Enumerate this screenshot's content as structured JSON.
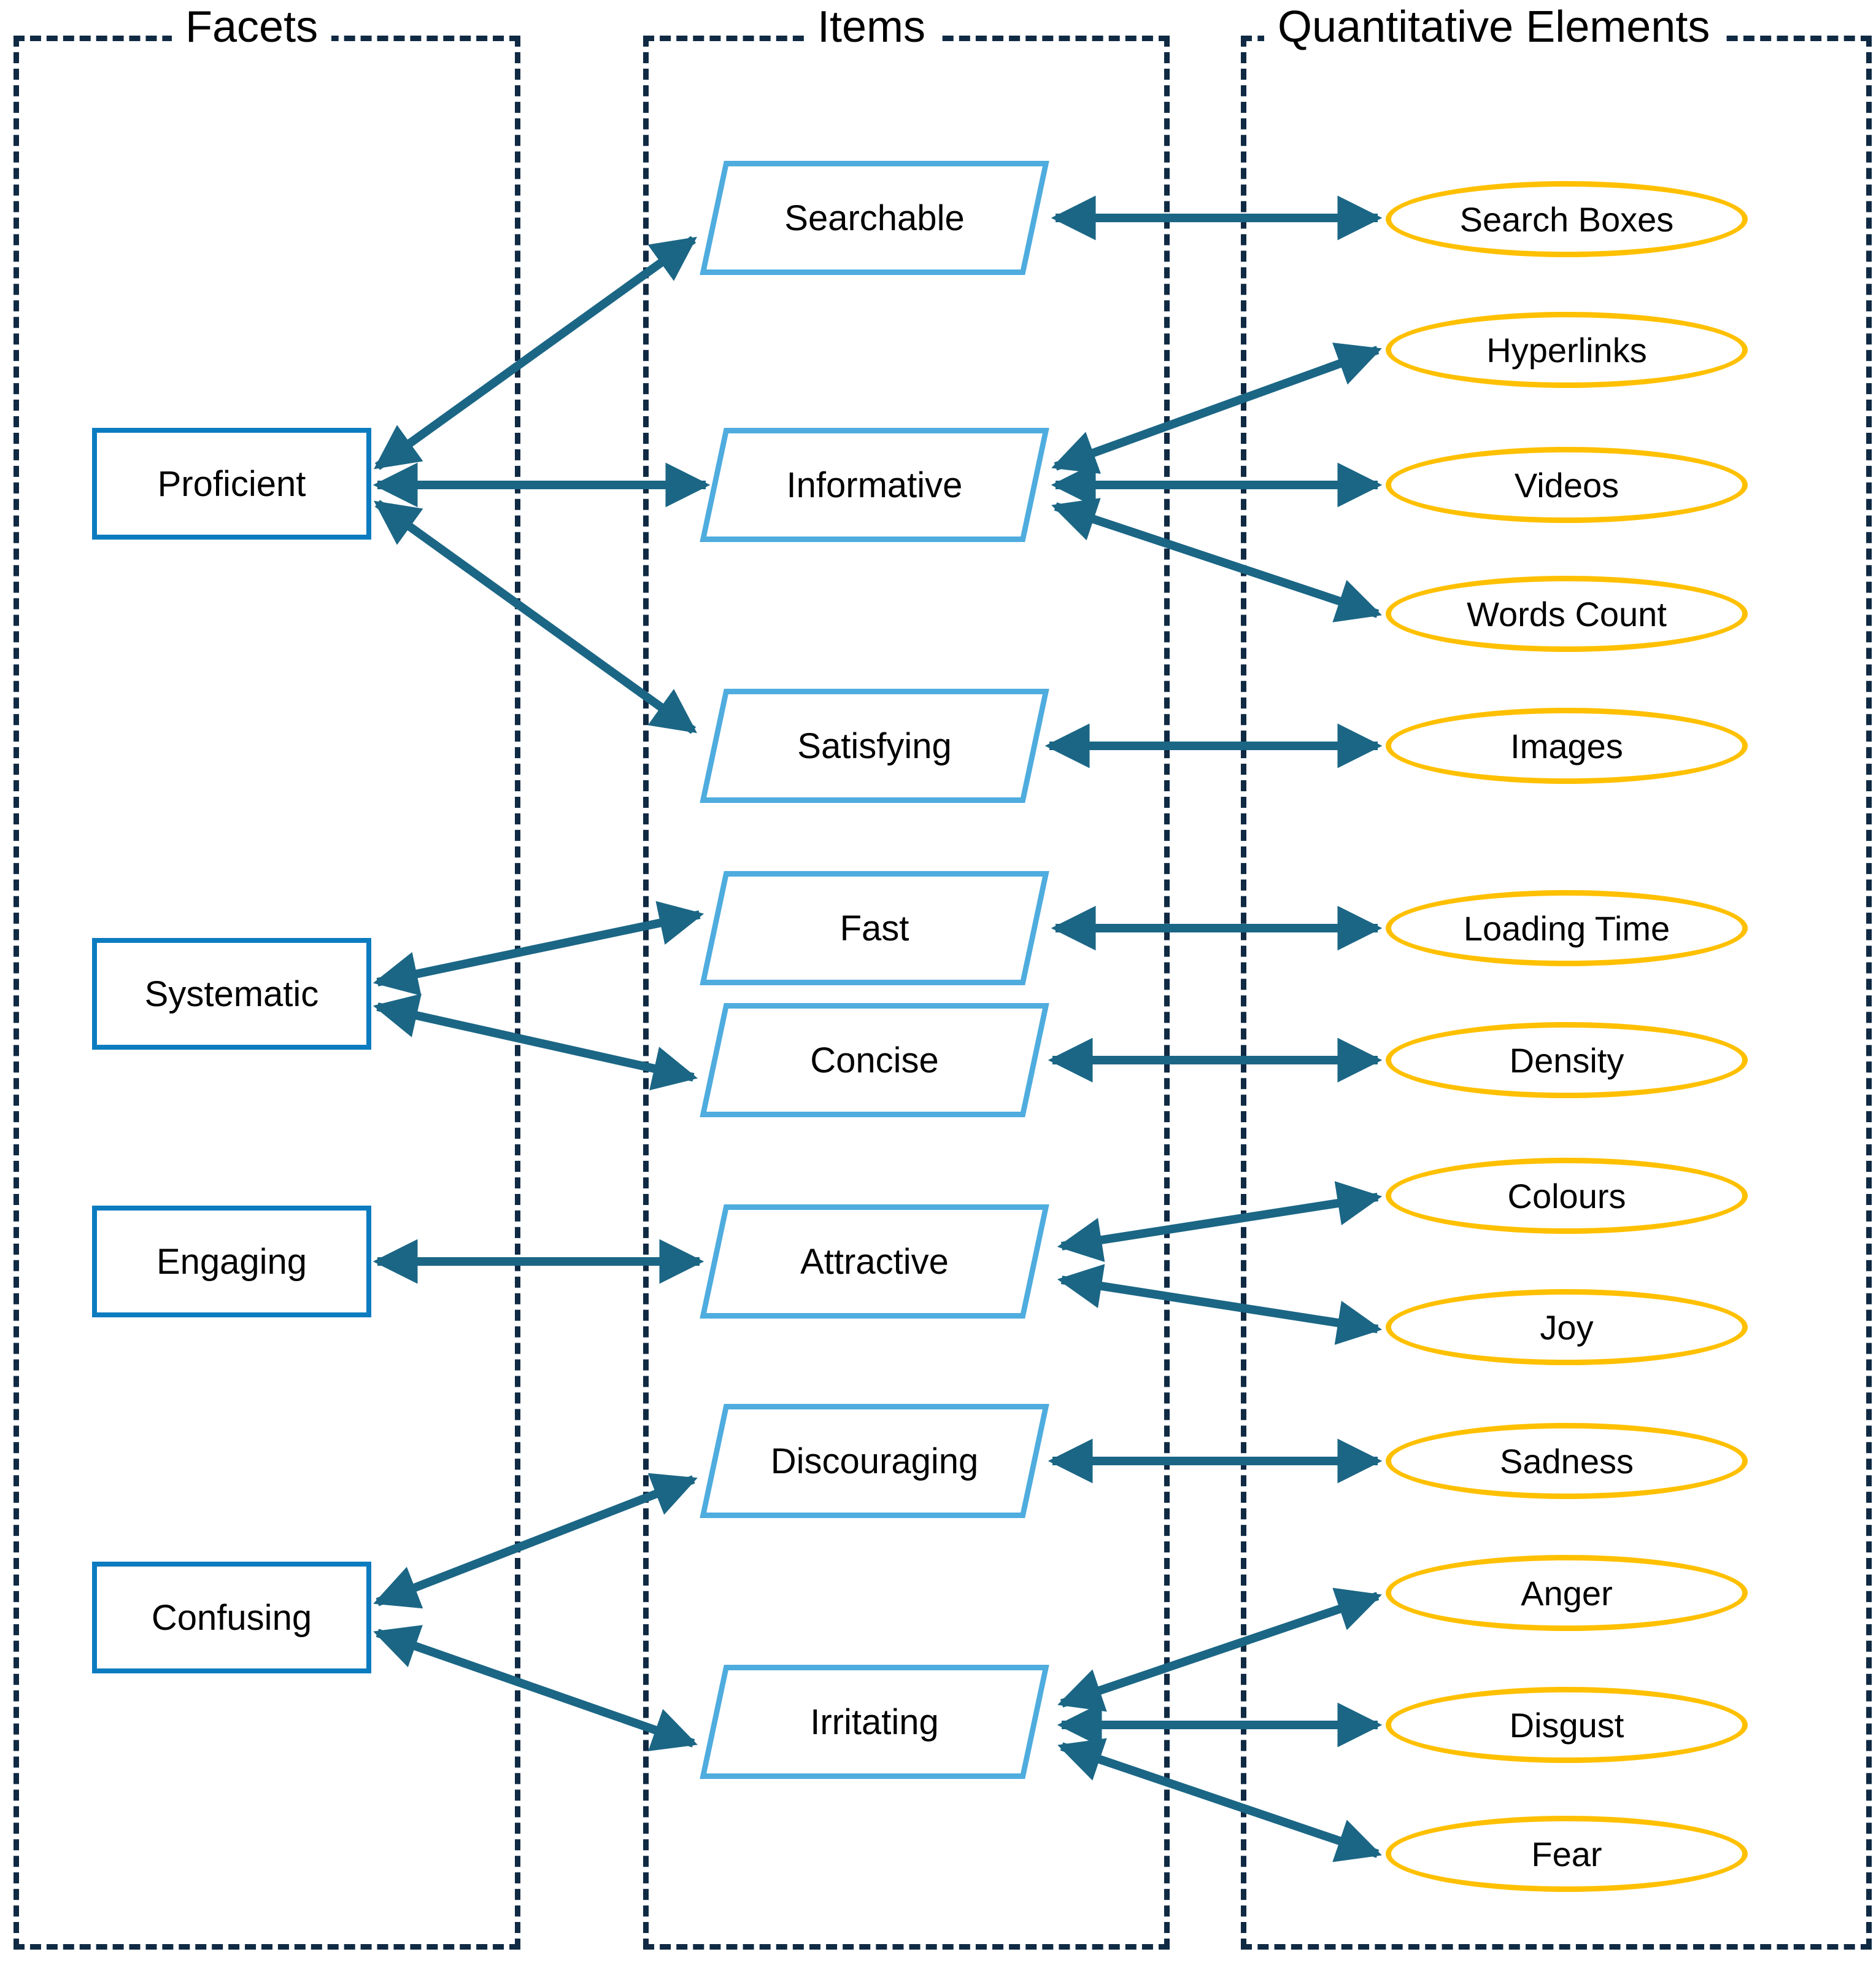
{
  "colors": {
    "facet_border": "#0C7CC0",
    "item_border": "#4FACDE",
    "quant_border": "#FFC000",
    "arrow": "#1B6685",
    "container_dash": "#102A43",
    "text": "#000000",
    "background": "#FFFFFF"
  },
  "groups": [
    {
      "title": "Facets"
    },
    {
      "title": "Items"
    },
    {
      "title": "Quantitative Elements"
    }
  ],
  "facets": [
    {
      "label": "Proficient"
    },
    {
      "label": "Systematic"
    },
    {
      "label": "Engaging"
    },
    {
      "label": "Confusing"
    }
  ],
  "items": [
    {
      "label": "Searchable"
    },
    {
      "label": "Informative"
    },
    {
      "label": "Satisfying"
    },
    {
      "label": "Fast"
    },
    {
      "label": "Concise"
    },
    {
      "label": "Attractive"
    },
    {
      "label": "Discouraging"
    },
    {
      "label": "Irritating"
    }
  ],
  "quantitative_elements": [
    {
      "label": "Search Boxes"
    },
    {
      "label": "Hyperlinks"
    },
    {
      "label": "Videos"
    },
    {
      "label": "Words Count"
    },
    {
      "label": "Images"
    },
    {
      "label": "Loading Time"
    },
    {
      "label": "Density"
    },
    {
      "label": "Colours"
    },
    {
      "label": "Joy"
    },
    {
      "label": "Sadness"
    },
    {
      "label": "Anger"
    },
    {
      "label": "Disgust"
    },
    {
      "label": "Fear"
    }
  ],
  "chart_data": {
    "type": "diagram",
    "title": "Facets - Items - Quantitative Elements mapping",
    "columns": [
      "Facets",
      "Items",
      "Quantitative Elements"
    ],
    "nodes": {
      "facets": [
        "Proficient",
        "Systematic",
        "Engaging",
        "Confusing"
      ],
      "items": [
        "Searchable",
        "Informative",
        "Satisfying",
        "Fast",
        "Concise",
        "Attractive",
        "Discouraging",
        "Irritating"
      ],
      "quantitative_elements": [
        "Search Boxes",
        "Hyperlinks",
        "Videos",
        "Words Count",
        "Images",
        "Loading Time",
        "Density",
        "Colours",
        "Joy",
        "Sadness",
        "Anger",
        "Disgust",
        "Fear"
      ]
    },
    "edges": [
      {
        "from": "Proficient",
        "to": "Searchable",
        "style": "double-arrow"
      },
      {
        "from": "Proficient",
        "to": "Informative",
        "style": "double-arrow"
      },
      {
        "from": "Proficient",
        "to": "Satisfying",
        "style": "double-arrow"
      },
      {
        "from": "Systematic",
        "to": "Fast",
        "style": "double-arrow"
      },
      {
        "from": "Systematic",
        "to": "Concise",
        "style": "double-arrow"
      },
      {
        "from": "Engaging",
        "to": "Attractive",
        "style": "double-arrow"
      },
      {
        "from": "Confusing",
        "to": "Discouraging",
        "style": "double-arrow"
      },
      {
        "from": "Confusing",
        "to": "Irritating",
        "style": "double-arrow"
      },
      {
        "from": "Searchable",
        "to": "Search Boxes",
        "style": "double-arrow"
      },
      {
        "from": "Informative",
        "to": "Hyperlinks",
        "style": "double-arrow"
      },
      {
        "from": "Informative",
        "to": "Videos",
        "style": "double-arrow"
      },
      {
        "from": "Informative",
        "to": "Words Count",
        "style": "double-arrow"
      },
      {
        "from": "Satisfying",
        "to": "Images",
        "style": "double-arrow"
      },
      {
        "from": "Fast",
        "to": "Loading Time",
        "style": "double-arrow"
      },
      {
        "from": "Concise",
        "to": "Density",
        "style": "double-arrow"
      },
      {
        "from": "Attractive",
        "to": "Colours",
        "style": "double-arrow"
      },
      {
        "from": "Attractive",
        "to": "Joy",
        "style": "double-arrow"
      },
      {
        "from": "Discouraging",
        "to": "Sadness",
        "style": "double-arrow"
      },
      {
        "from": "Irritating",
        "to": "Anger",
        "style": "double-arrow"
      },
      {
        "from": "Irritating",
        "to": "Disgust",
        "style": "double-arrow"
      },
      {
        "from": "Irritating",
        "to": "Fear",
        "style": "double-arrow"
      }
    ]
  }
}
